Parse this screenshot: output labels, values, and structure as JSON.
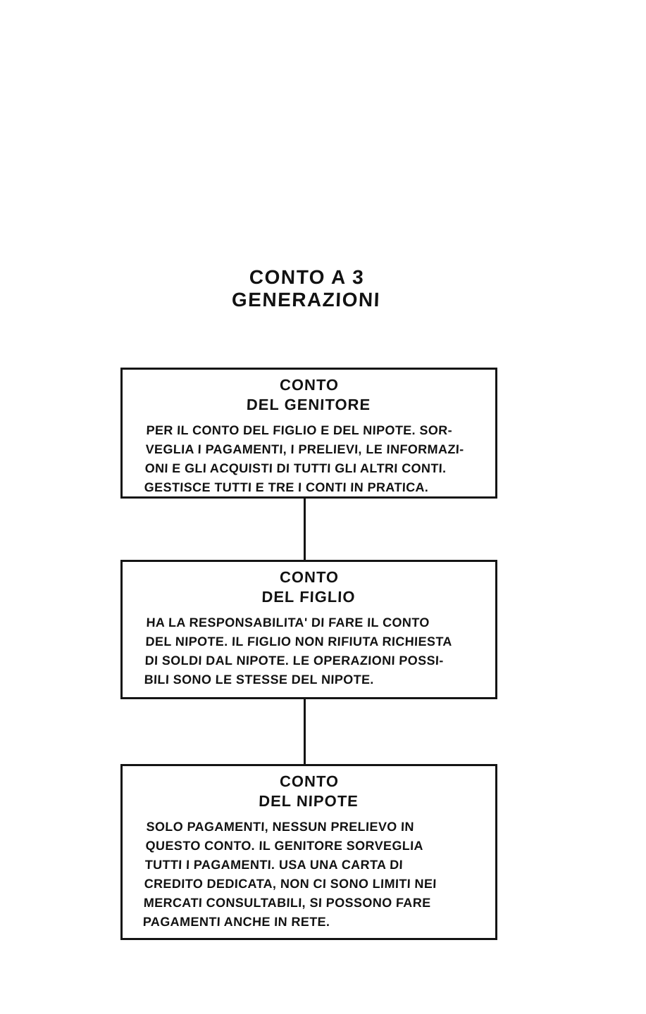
{
  "page": {
    "background_color": "#ffffff",
    "ink_color": "#141414",
    "language": "it"
  },
  "diagram": {
    "title": "CONTO A 3\nGENERAZIONI",
    "nodes": [
      {
        "id": "conto-del-genitore",
        "title": "CONTO\nDEL GENITORE",
        "body": "PER IL CONTO DEL FIGLIO E DEL NIPOTE. SOR-\nVEGLIA I PAGAMENTI, I PRELIEVI, LE INFORMAZI-\nONI E GLI ACQUISTI DI TUTTI GLI ALTRI CONTI.\nGESTISCE TUTTI E TRE I CONTI IN PRATICA."
      },
      {
        "id": "conto-del-figlio",
        "title": "CONTO\nDEL FIGLIO",
        "body": "HA LA RESPONSABILITA' DI FARE IL CONTO\nDEL NIPOTE. IL FIGLIO NON RIFIUTA RICHIESTA\nDI SOLDI DAL NIPOTE. LE OPERAZIONI POSSI-\nBILI SONO LE STESSE DEL NIPOTE."
      },
      {
        "id": "conto-del-nipote",
        "title": "CONTO\nDEL NIPOTE",
        "body": "SOLO PAGAMENTI, NESSUN PRELIEVO IN\nQUESTO CONTO. IL GENITORE SORVEGLIA\nTUTTI I PAGAMENTI. USA UNA CARTA DI\nCREDITO DEDICATA, NON CI SONO LIMITI NEI\nMERCATI CONSULTABILI, SI POSSONO FARE\nPAGAMENTI ANCHE IN RETE."
      }
    ],
    "connections": [
      {
        "from": "conto-del-genitore",
        "to": "conto-del-figlio"
      },
      {
        "from": "conto-del-figlio",
        "to": "conto-del-nipote"
      }
    ]
  }
}
